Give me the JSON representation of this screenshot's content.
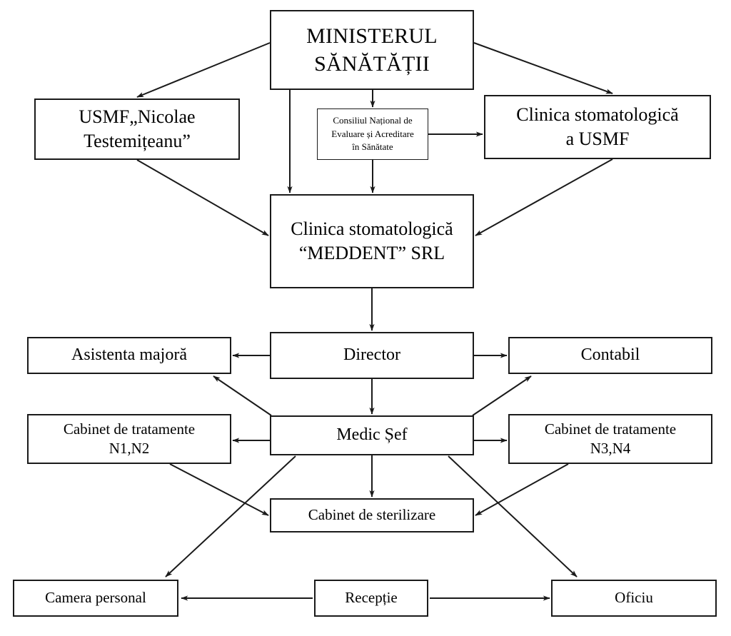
{
  "diagram": {
    "title": "Organigrama Clinica stomatologica MEDDENT SRL",
    "stroke_color": "#1a1a1a",
    "background_color": "#ffffff",
    "nodes": {
      "ministerul": {
        "label": "MINISTERUL\nSĂNĂTĂȚII"
      },
      "usmf": {
        "label": "USMF„Nicolae\nTestemițeanu”"
      },
      "consiliu": {
        "label": "Consiliul Național de\nEvaluare și Acreditare\nîn Sănătate"
      },
      "clinica_usmf": {
        "label": "Clinica stomatologică\na USMF"
      },
      "meddent": {
        "label": "Clinica stomatologică\n“MEDDENT” SRL"
      },
      "asistenta": {
        "label": "Asistenta majoră"
      },
      "director": {
        "label": "Director"
      },
      "contabil": {
        "label": "Contabil"
      },
      "cabinet_12": {
        "label": "Cabinet de tratamente\nN1,N2"
      },
      "medic_sef": {
        "label": "Medic Șef"
      },
      "cabinet_34": {
        "label": "Cabinet de tratamente\nN3,N4"
      },
      "sterilizare": {
        "label": "Cabinet de sterilizare"
      },
      "camera": {
        "label": "Camera personal"
      },
      "receptie": {
        "label": "Recepție"
      },
      "oficiu": {
        "label": "Oficiu"
      }
    },
    "edges": [
      {
        "from": "ministerul",
        "to": "usmf"
      },
      {
        "from": "ministerul",
        "to": "clinica_usmf"
      },
      {
        "from": "ministerul",
        "to": "consiliu"
      },
      {
        "from": "ministerul",
        "to": "meddent"
      },
      {
        "from": "consiliu",
        "to": "clinica_usmf"
      },
      {
        "from": "consiliu",
        "to": "meddent"
      },
      {
        "from": "usmf",
        "to": "meddent"
      },
      {
        "from": "clinica_usmf",
        "to": "meddent"
      },
      {
        "from": "meddent",
        "to": "director"
      },
      {
        "from": "director",
        "to": "asistenta"
      },
      {
        "from": "director",
        "to": "contabil"
      },
      {
        "from": "director",
        "to": "medic_sef"
      },
      {
        "from": "medic_sef",
        "to": "asistenta"
      },
      {
        "from": "medic_sef",
        "to": "contabil"
      },
      {
        "from": "medic_sef",
        "to": "cabinet_12"
      },
      {
        "from": "medic_sef",
        "to": "cabinet_34"
      },
      {
        "from": "medic_sef",
        "to": "sterilizare"
      },
      {
        "from": "medic_sef",
        "to": "camera"
      },
      {
        "from": "medic_sef",
        "to": "oficiu"
      },
      {
        "from": "cabinet_12",
        "to": "sterilizare"
      },
      {
        "from": "cabinet_34",
        "to": "sterilizare"
      },
      {
        "from": "receptie",
        "to": "camera"
      },
      {
        "from": "receptie",
        "to": "oficiu"
      }
    ]
  }
}
